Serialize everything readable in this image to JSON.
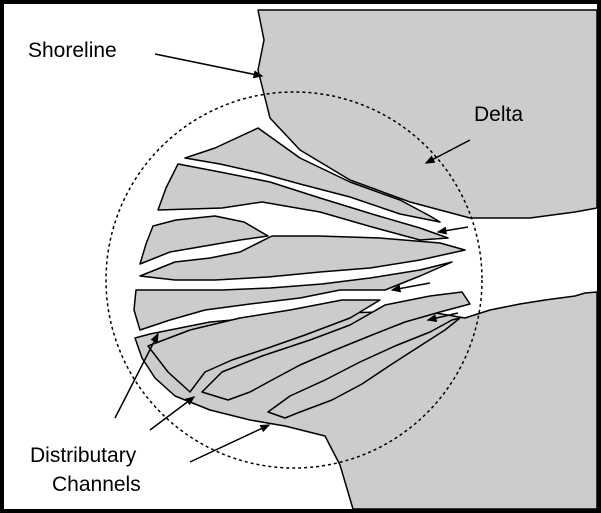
{
  "diagram": {
    "labels": {
      "shoreline": "Shoreline",
      "delta": "Delta",
      "distributary_line1": "Distributary",
      "distributary_line2": "Channels"
    },
    "colors": {
      "land": "#cccccc",
      "water": "#ffffff",
      "outline": "#000000",
      "frame": "#000000"
    }
  }
}
